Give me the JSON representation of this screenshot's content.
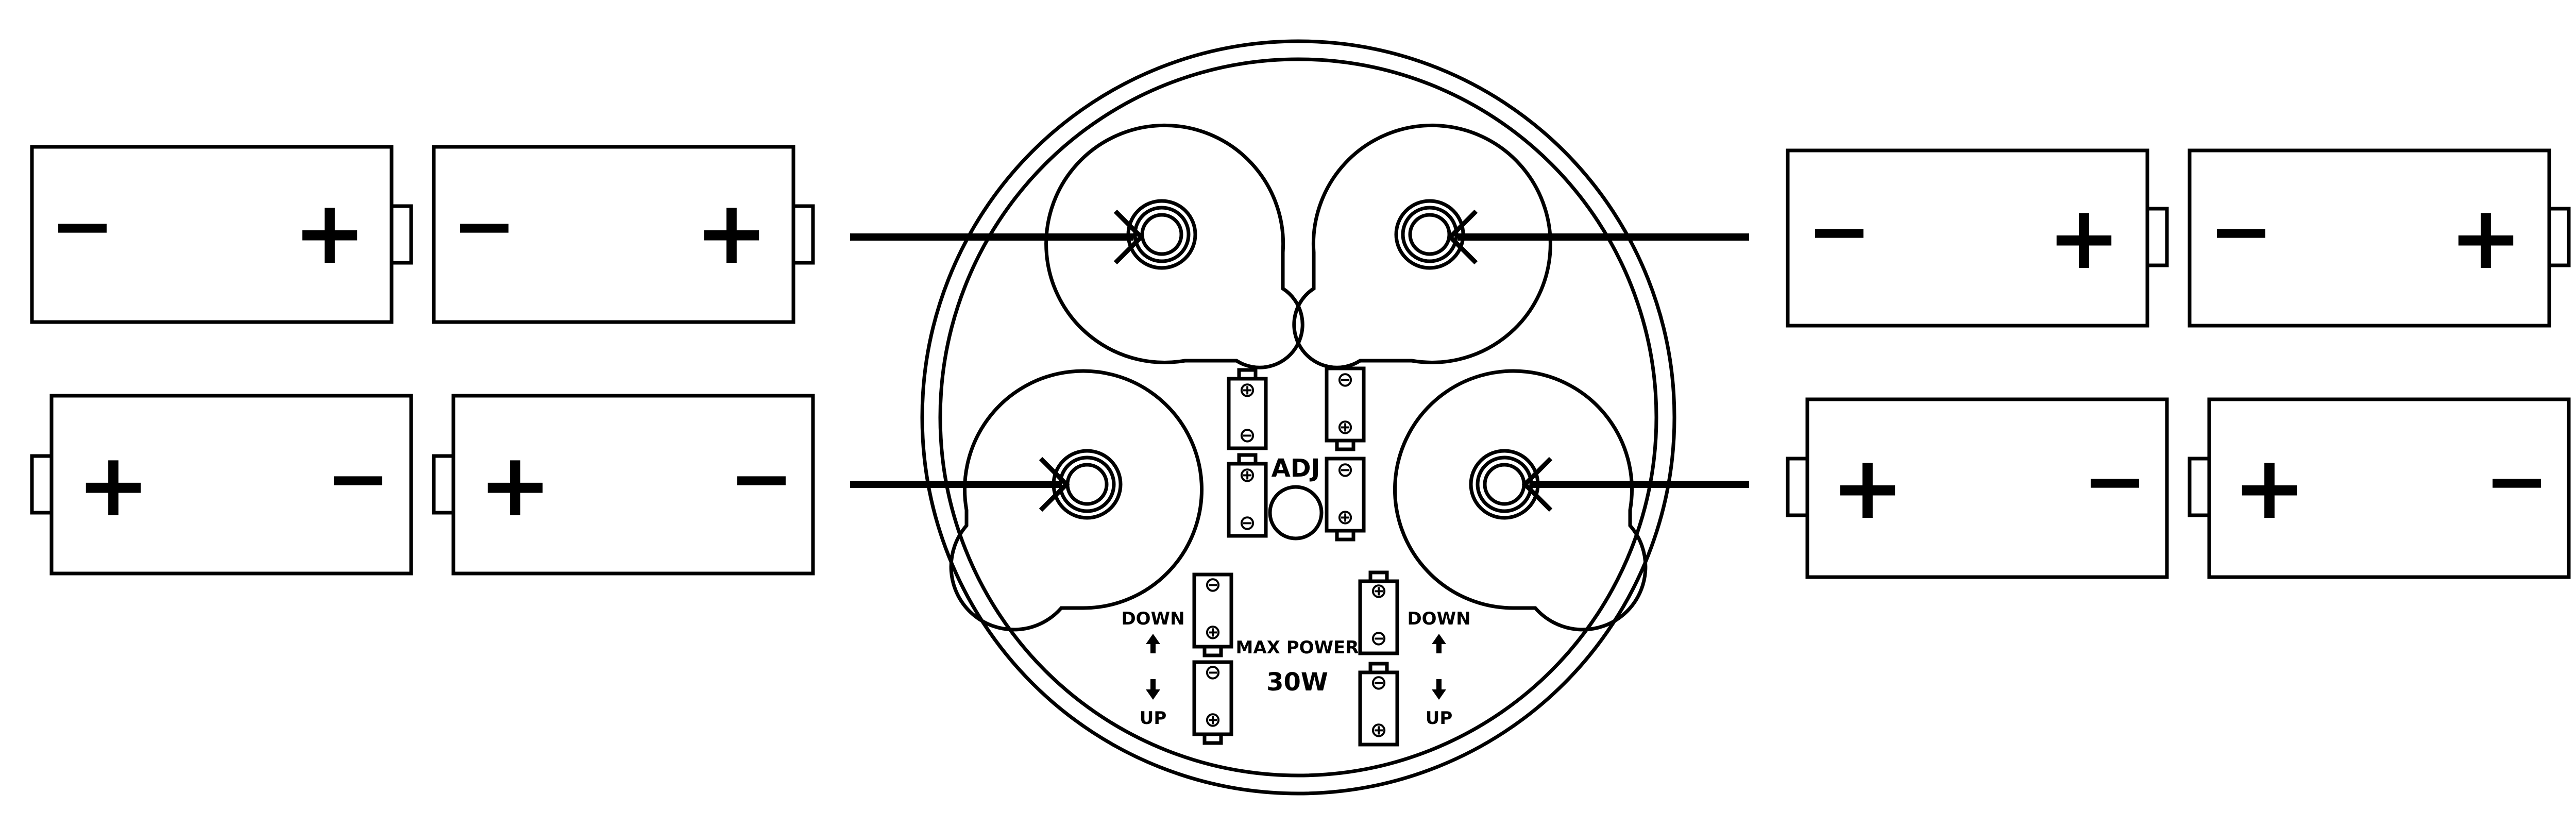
{
  "batteries": {
    "left": [
      {
        "row": "top",
        "polarity": [
          "−",
          "+"
        ]
      },
      {
        "row": "top",
        "polarity": [
          "−",
          "+"
        ]
      },
      {
        "row": "bottom",
        "polarity": [
          "+",
          "−"
        ]
      },
      {
        "row": "bottom",
        "polarity": [
          "+",
          "−"
        ]
      }
    ],
    "right": [
      {
        "row": "top",
        "polarity": [
          "−",
          "+"
        ]
      },
      {
        "row": "top",
        "polarity": [
          "−",
          "+"
        ]
      },
      {
        "row": "bottom",
        "polarity": [
          "+",
          "−"
        ]
      },
      {
        "row": "bottom",
        "polarity": [
          "+",
          "−"
        ]
      }
    ]
  },
  "device": {
    "adj_label": "ADJ",
    "max_power_label": "MAX POWER",
    "power_value": "30W",
    "left_switch": {
      "down_label": "DOWN",
      "up_label": "UP"
    },
    "right_switch": {
      "down_label": "DOWN",
      "up_label": "UP"
    },
    "terminal_symbols": {
      "plus": "⊕",
      "minus": "⊖"
    }
  },
  "colors": {
    "stroke": "#000000",
    "background": "#ffffff"
  }
}
